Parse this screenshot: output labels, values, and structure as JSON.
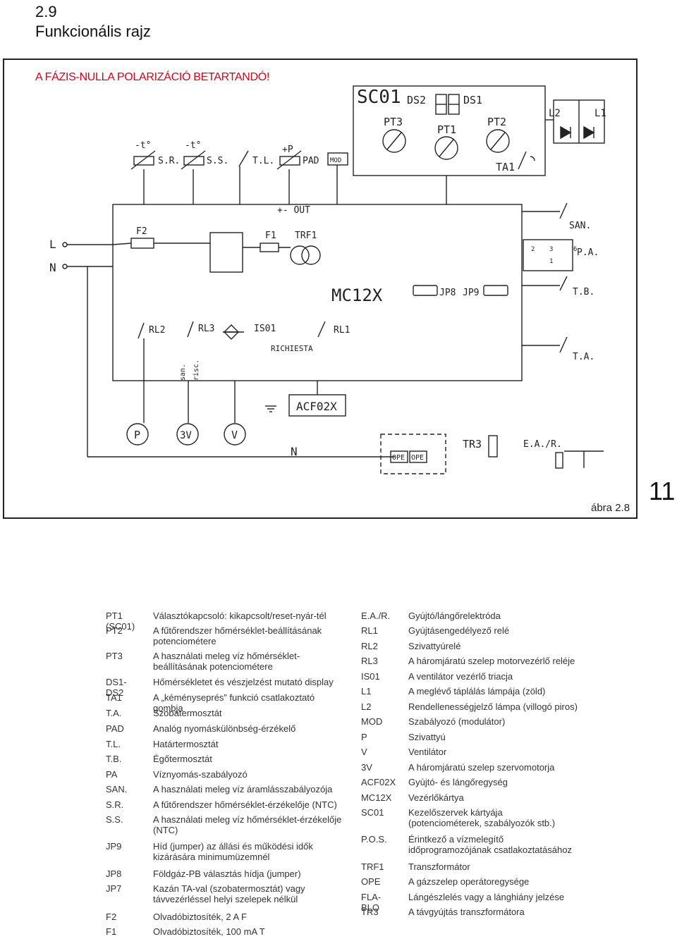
{
  "header": {
    "section_number": "2.9",
    "section_title": "Funkcionális rajz"
  },
  "warning": "A FÁZIS-NULLA POLARIZÁCIÓ BETARTANDÓ!",
  "figure_label": "ábra 2.8",
  "page_number": "11",
  "diagram_labels": {
    "sc01": "SC01",
    "ds2": "DS2",
    "ds1": "DS1",
    "pt3": "PT3",
    "pt1": "PT1",
    "pt2": "PT2",
    "ta1": "TA1",
    "l2": "L2",
    "l1": "L1",
    "t1": "-t°",
    "t2": "-t°",
    "sr": "S.R.",
    "ss": "S.S.",
    "tl": "T.L.",
    "plusp": "+P",
    "pad": "PAD",
    "mod": "MOD",
    "out": "+- OUT",
    "L": "L",
    "N": "N",
    "f2": "F2",
    "f1": "F1",
    "trf1": "TRF1",
    "san": "SAN.",
    "pa": "P.A.",
    "mc12x": "MC12X",
    "jp8": "JP8",
    "jp9": "JP9",
    "tb": "T.B.",
    "rl2": "RL2",
    "rl3": "RL3",
    "is01": "IS01",
    "rl1": "RL1",
    "richiesta": "RICHIESTA",
    "ta": "T.A.",
    "san_small": "san.",
    "risc": "risc.",
    "acf02x": "ACF02X",
    "p": "P",
    "v3": "3V",
    "v": "V",
    "n2": "N",
    "tr3": "TR3",
    "ope1": "OPE",
    "ope2": "OPE",
    "ear": "E.A./R.",
    "pa2": "2",
    "pa3": "3",
    "pa6": "6",
    "pa1": "1"
  },
  "legend_left": [
    {
      "key": "PT1 (SC01)",
      "value": "Választókapcsoló: kikapcsolt/reset-nyár-tél"
    },
    {
      "key": "PT2",
      "value": "A fűtőrendszer hőmérséklet-beállításának potenciométere"
    },
    {
      "key": "PT3",
      "value": "A használati meleg víz hőmérséklet-beállításának potenciométere"
    },
    {
      "key": "DS1-DS2",
      "value": "Hőmérsékletet és vészjelzést mutató display"
    },
    {
      "key": "TA1",
      "value": "A „kéményseprés” funkció csatlakoztató gombja"
    },
    {
      "key": "T.A.",
      "value": "Szobatermosztát"
    },
    {
      "key": "PAD",
      "value": "Analóg nyomáskülönbség-érzékelő"
    },
    {
      "key": "T.L.",
      "value": "Határtermosztát"
    },
    {
      "key": "T.B.",
      "value": "Égőtermosztát"
    },
    {
      "key": "PA",
      "value": "Víznyomás-szabályozó"
    },
    {
      "key": "SAN.",
      "value": "A használati meleg víz áramlásszabályozója"
    },
    {
      "key": "S.R.",
      "value": "A fűtőrendszer hőmérséklet-érzékelője (NTC)"
    },
    {
      "key": "S.S.",
      "value": "A használati meleg víz hőmérséklet-érzékelője (NTC)"
    },
    {
      "key": "JP9",
      "value": "Híd (jumper) az állási és működési idők kizárására minimumüzemnél"
    },
    {
      "key": "JP8",
      "value": "Földgáz-PB választás hídja (jumper)"
    },
    {
      "key": "JP7",
      "value": "Kazán TA-val (szobatermosztát) vagy távvezérléssel helyi szelepek nélkül"
    },
    {
      "key": "F2",
      "value": "Olvadóbiztosíték, 2 A F"
    },
    {
      "key": "F1",
      "value": "Olvadóbiztosíték, 100 mA T"
    }
  ],
  "legend_right": [
    {
      "key": "E.A./R.",
      "value": "Gyújtó/lángőrelektróda"
    },
    {
      "key": "RL1",
      "value": "Gyújtásengedélyező relé"
    },
    {
      "key": "RL2",
      "value": "Szivattyúrelé"
    },
    {
      "key": "RL3",
      "value": "A háromjáratú szelep motorvezérlő reléje"
    },
    {
      "key": "IS01",
      "value": "A ventilátor vezérlő triacja"
    },
    {
      "key": "L1",
      "value": "A meglévő táplálás lámpája (zöld)"
    },
    {
      "key": "L2",
      "value": "Rendellenességjelző lámpa (villogó piros)"
    },
    {
      "key": "MOD",
      "value": "Szabályozó (modulátor)"
    },
    {
      "key": "P",
      "value": "Szivattyú"
    },
    {
      "key": "V",
      "value": "Ventilátor"
    },
    {
      "key": "3V",
      "value": "A háromjáratú szelep szervomotorja"
    },
    {
      "key": "ACF02X",
      "value": "Gyújtó- és lángőregység"
    },
    {
      "key": "MC12X",
      "value": "Vezérlőkártya"
    },
    {
      "key": "SC01",
      "value": "Kezelőszervek kártyája (potenciométerek, szabályozók stb.)"
    },
    {
      "key": "P.O.S.",
      "value": "Érintkező a vízmelegítő időprogramozójának csatlakoztatásához"
    },
    {
      "key": "TRF1",
      "value": "Transzformátor"
    },
    {
      "key": "OPE",
      "value": "A gázszelep operátoregysége"
    },
    {
      "key": "FLA-BLO",
      "value": "Lángészlelés vagy a lánghiány jelzése"
    },
    {
      "key": "TR3",
      "value": "A távgyújtás transzformátora"
    }
  ]
}
